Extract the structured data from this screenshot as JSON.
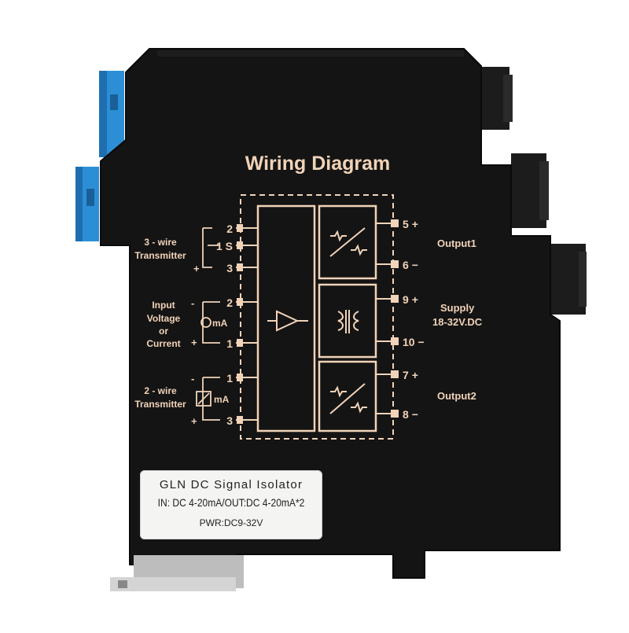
{
  "device": {
    "title": "Wiring Diagram",
    "left_terminals": [
      {
        "num": "2",
        "sign": ""
      },
      {
        "num": "1 S",
        "sign": ""
      },
      {
        "num": "3",
        "sign": "+"
      },
      {
        "num": "2",
        "sign": "-"
      },
      {
        "num": "1",
        "sign": "+"
      },
      {
        "num": "1",
        "sign": "-"
      },
      {
        "num": "3",
        "sign": "+"
      }
    ],
    "right_terminals": [
      {
        "num": "5",
        "sign": "+"
      },
      {
        "num": "6",
        "sign": "−"
      },
      {
        "num": "9",
        "sign": "+"
      },
      {
        "num": "10",
        "sign": "−"
      },
      {
        "num": "7",
        "sign": "+"
      },
      {
        "num": "8",
        "sign": "−"
      }
    ],
    "groups": {
      "three_wire": [
        "3 - wire",
        "Transmitter"
      ],
      "input": [
        "Input",
        "Voltage",
        "or",
        "Current"
      ],
      "two_wire": [
        "2 - wire",
        "Transmitter"
      ],
      "ma_symbol": "mA"
    },
    "outputs": {
      "output1": "Output1",
      "supply": "Supply",
      "supply_range": "18-32V.DC",
      "output2": "Output2"
    },
    "label": {
      "line1": "GLN DC Signal Isolator",
      "line2": "IN: DC 4-20mA/OUT:DC 4-20mA*2",
      "line3": "PWR:DC9-32V"
    }
  },
  "colors": {
    "housing": "#141414",
    "print": "#f1d3b8",
    "connector_blue": "#2c8fd6",
    "label_bg": "#f4f4f2"
  }
}
